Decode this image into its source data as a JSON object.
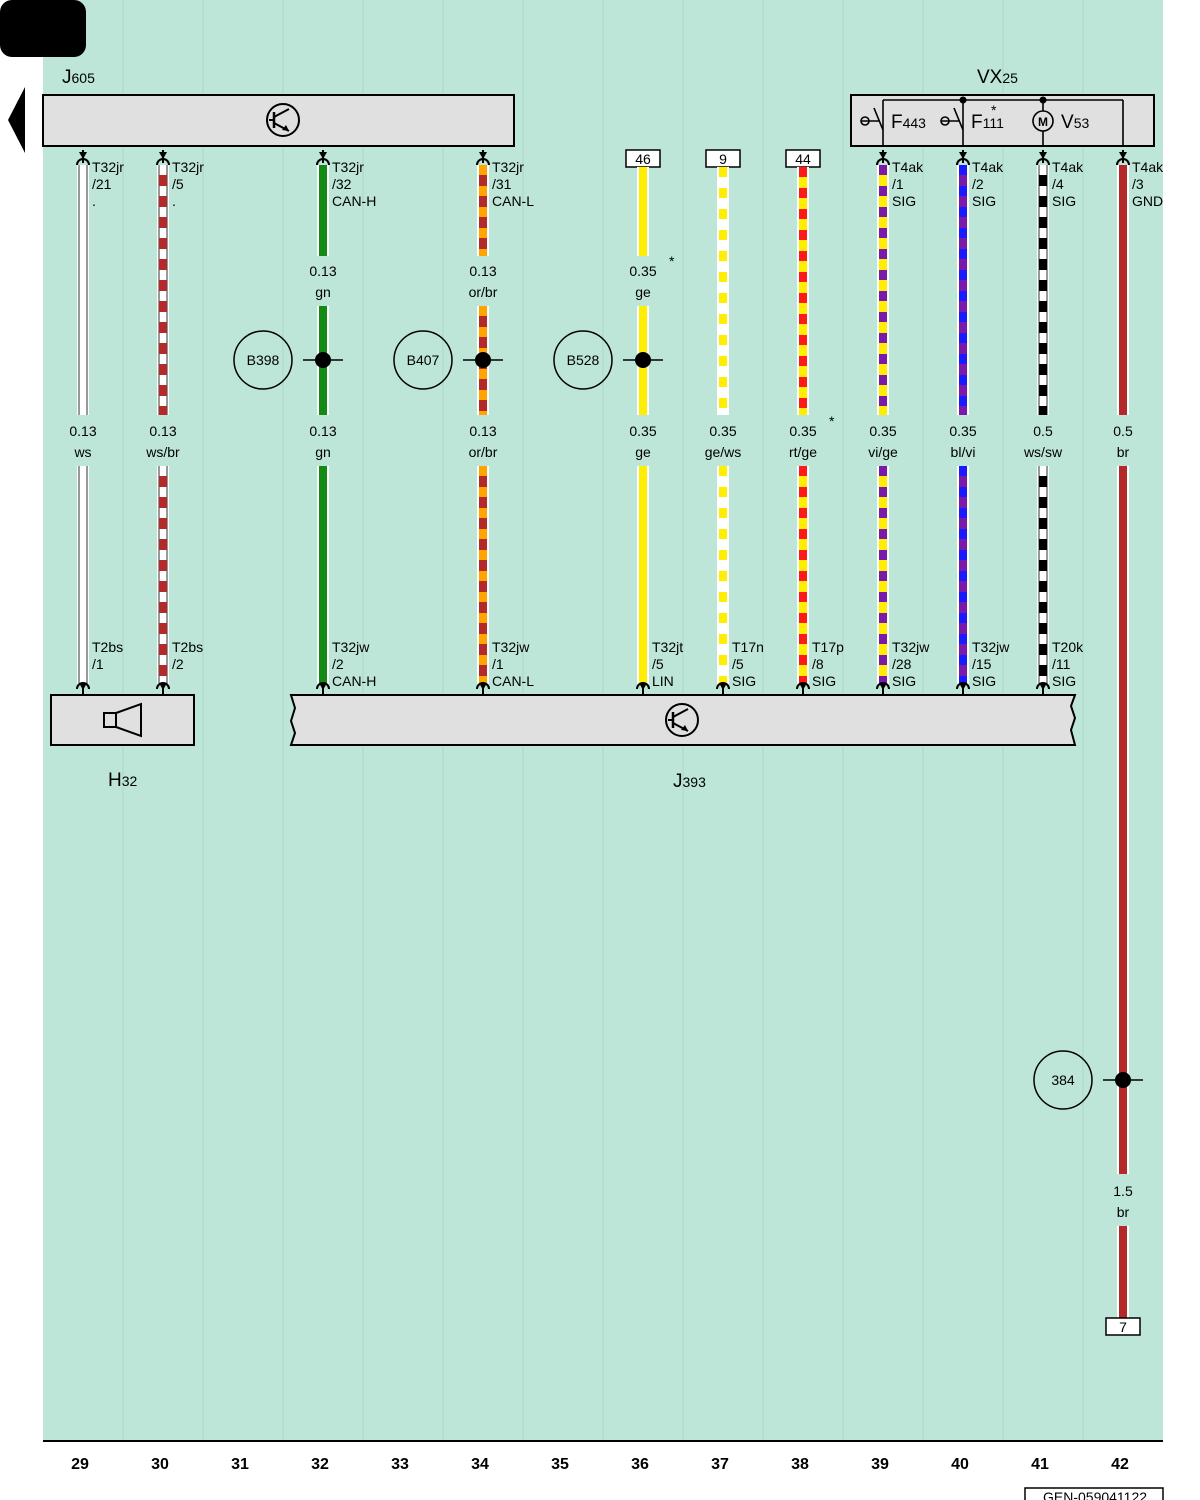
{
  "components": {
    "j605": {
      "code": "J",
      "sub": "605"
    },
    "vx25": {
      "code": "VX",
      "sub": "25"
    },
    "h32": {
      "code": "H",
      "sub": "32"
    },
    "j393": {
      "code": "J",
      "sub": "393"
    },
    "f443": {
      "code": "F",
      "sub": "443"
    },
    "f111": {
      "code": "F",
      "sub": "111",
      "mark": "*"
    },
    "v53": {
      "code": "V",
      "sub": "53"
    },
    "motor_symbol": "M"
  },
  "wires": [
    {
      "column": "29",
      "top_pin": [
        "T32jr",
        "/21",
        "."
      ],
      "segments": [
        {
          "size": "0.13",
          "color": "ws"
        }
      ],
      "bottom_pin": [
        "T2bs",
        "/1"
      ],
      "colors": [
        "#ffffff"
      ]
    },
    {
      "column": "30",
      "top_pin": [
        "T32jr",
        "/5",
        "."
      ],
      "segments": [
        {
          "size": "0.13",
          "color": "ws/br"
        }
      ],
      "bottom_pin": [
        "T2bs",
        "/2"
      ],
      "colors": [
        "#ffffff",
        "#b22a2a"
      ]
    },
    {
      "column": "32",
      "top_pin": [
        "T32jr",
        "/32",
        "CAN-H"
      ],
      "segments": [
        {
          "size": "0.13",
          "color": "gn"
        },
        {
          "size": "0.13",
          "color": "gn"
        }
      ],
      "splice": "B398",
      "bottom_pin": [
        "T32jw",
        "/2",
        "CAN-H"
      ],
      "colors": [
        "#138a13"
      ]
    },
    {
      "column": "34",
      "top_pin": [
        "T32jr",
        "/31",
        "CAN-L"
      ],
      "segments": [
        {
          "size": "0.13",
          "color": "or/br"
        },
        {
          "size": "0.13",
          "color": "or/br"
        }
      ],
      "splice": "B407",
      "bottom_pin": [
        "T32jw",
        "/1",
        "CAN-L"
      ],
      "colors": [
        "#ffa500",
        "#b22a2a"
      ]
    },
    {
      "column": "36",
      "top_box": "46",
      "segments": [
        {
          "size": "0.35",
          "color": "ge",
          "mark": "*"
        },
        {
          "size": "0.35",
          "color": "ge"
        }
      ],
      "splice": "B528",
      "bottom_pin": [
        "T32jt",
        "/5",
        "LIN"
      ],
      "colors": [
        "#ffee00"
      ]
    },
    {
      "column": "37",
      "top_box": "9",
      "segments": [
        {
          "size": "0.35",
          "color": "ge/ws"
        }
      ],
      "bottom_pin": [
        "T17n",
        "/5",
        "SIG"
      ],
      "colors": [
        "#ffee00",
        "#ffffff"
      ]
    },
    {
      "column": "38",
      "top_box": "44",
      "segments": [
        {
          "size": "0.35",
          "color": "rt/ge",
          "mark": "*"
        }
      ],
      "bottom_pin": [
        "T17p",
        "/8",
        "SIG"
      ],
      "colors": [
        "#ff1a1a",
        "#ffee00"
      ]
    },
    {
      "column": "39",
      "top_pin": [
        "T4ak",
        "/1",
        "SIG"
      ],
      "segments": [
        {
          "size": "0.35",
          "color": "vi/ge"
        }
      ],
      "bottom_pin": [
        "T32jw",
        "/28",
        "SIG"
      ],
      "colors": [
        "#7a1aa8",
        "#ffee00"
      ]
    },
    {
      "column": "40",
      "top_pin": [
        "T4ak",
        "/2",
        "SIG"
      ],
      "segments": [
        {
          "size": "0.35",
          "color": "bl/vi"
        }
      ],
      "bottom_pin": [
        "T32jw",
        "/15",
        "SIG"
      ],
      "colors": [
        "#1a1aff",
        "#7a1aa8"
      ]
    },
    {
      "column": "41",
      "top_pin": [
        "T4ak",
        "/4",
        "SIG"
      ],
      "segments": [
        {
          "size": "0.5",
          "color": "ws/sw"
        }
      ],
      "bottom_pin": [
        "T20k",
        "/11",
        "SIG"
      ],
      "colors": [
        "#ffffff",
        "#000000"
      ]
    },
    {
      "column": "42",
      "top_pin": [
        "T4ak",
        "/3",
        "GND"
      ],
      "segments": [
        {
          "size": "0.5",
          "color": "br"
        },
        {
          "size": "1.5",
          "color": "br"
        }
      ],
      "splice": "384",
      "bottom_box": "7",
      "colors": [
        "#b22a2a"
      ]
    }
  ],
  "columns": [
    "29",
    "30",
    "31",
    "32",
    "33",
    "34",
    "35",
    "36",
    "37",
    "38",
    "39",
    "40",
    "41",
    "42"
  ],
  "footer_code": "GEN-059041122",
  "background_color": "#bde5d8"
}
